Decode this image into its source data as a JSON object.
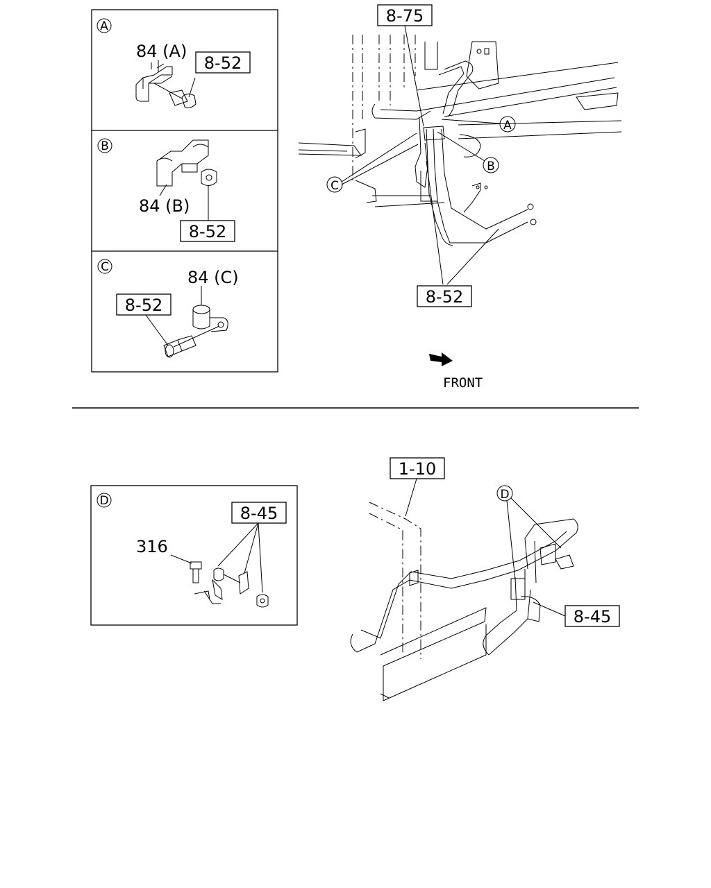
{
  "detail_a": {
    "marker": "A",
    "part_label": "84 (A)",
    "ref_box": "8-52"
  },
  "detail_b": {
    "marker": "B",
    "part_label": "84 (B)",
    "ref_box": "8-52"
  },
  "detail_c": {
    "marker": "C",
    "part_label": "84 (C)",
    "ref_box": "8-52"
  },
  "upper_main": {
    "ref_top": "8-75",
    "ref_bottom": "8-52",
    "callout_a": "A",
    "callout_b": "B",
    "callout_c": "C",
    "front_label": "FRONT"
  },
  "detail_d": {
    "marker": "D",
    "bolt_label": "316",
    "ref_box": "8-45"
  },
  "lower_main": {
    "ref_top": "1-10",
    "callout_d": "D",
    "ref_right": "8-45"
  }
}
